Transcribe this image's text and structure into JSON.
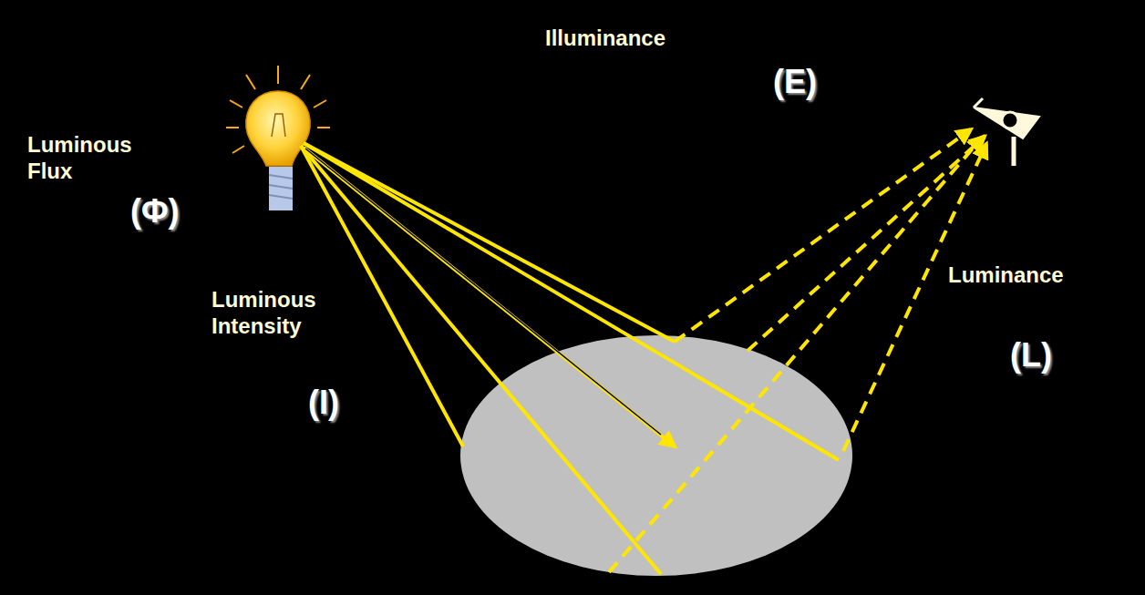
{
  "diagram": {
    "labels": [
      "Illuminance",
      "(E)",
      "Luminous Flux",
      "(Φ)",
      "Luminous Intensity",
      "Luminance",
      "(L)",
      "(I)"
    ]
  }
}
